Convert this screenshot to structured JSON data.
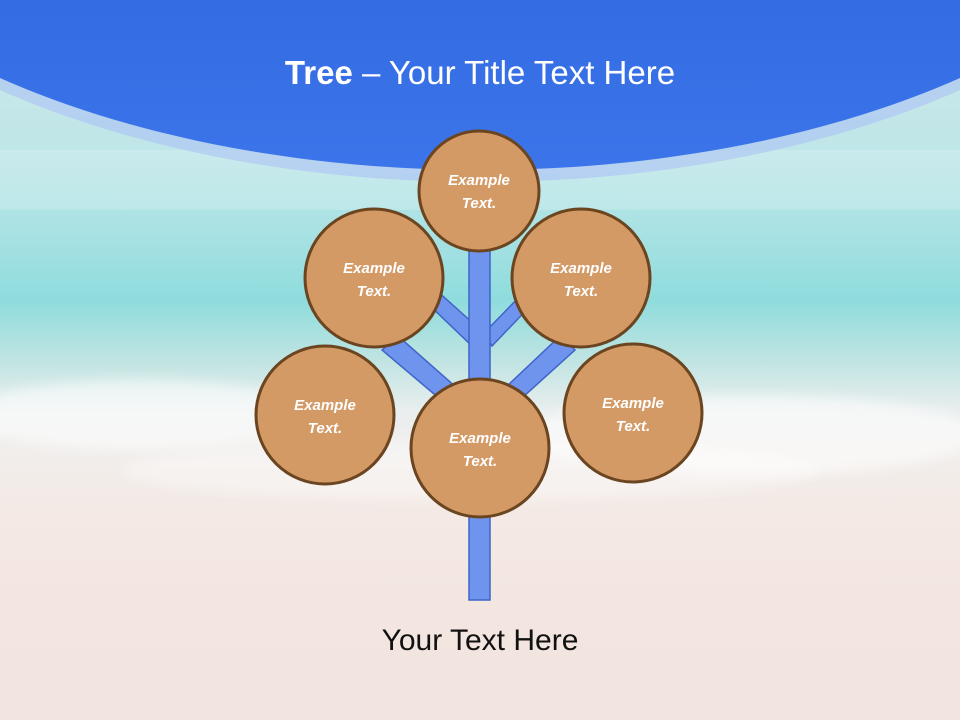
{
  "slide": {
    "title_bold": "Tree",
    "title_rest": " – Your Title Text Here",
    "footer_text": "Your Text Here"
  },
  "diagram": {
    "type": "tree",
    "nodes": [
      {
        "line1": "Example",
        "line2": "Text."
      },
      {
        "line1": "Example",
        "line2": "Text."
      },
      {
        "line1": "Example",
        "line2": "Text."
      },
      {
        "line1": "Example",
        "line2": "Text."
      },
      {
        "line1": "Example",
        "line2": "Text."
      },
      {
        "line1": "Example",
        "line2": "Text."
      }
    ]
  },
  "colors": {
    "sky": "#3069e0",
    "branch_fill": "#6e94ee",
    "branch_stroke": "#3f64c8",
    "node_fill": "#d49a66",
    "node_stroke": "#6b4420",
    "node_text": "#ffffff"
  }
}
